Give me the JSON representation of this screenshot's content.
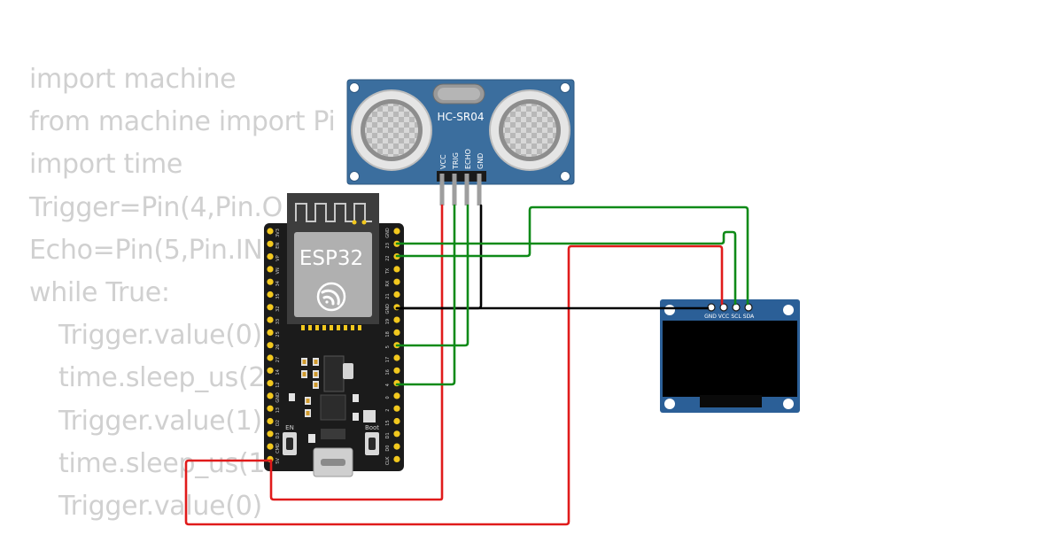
{
  "code_lines": [
    {
      "text": "import machine",
      "indent": false
    },
    {
      "text": "from machine import Pi",
      "indent": false
    },
    {
      "text": "import time",
      "indent": false
    },
    {
      "text": "Trigger=Pin(4,Pin.O",
      "indent": false
    },
    {
      "text": "Echo=Pin(5,Pin.IN",
      "indent": false
    },
    {
      "text": "while True:",
      "indent": false
    },
    {
      "text": "Trigger.value(0)",
      "indent": true
    },
    {
      "text": "time.sleep_us(2",
      "indent": true
    },
    {
      "text": "Trigger.value(1)",
      "indent": true
    },
    {
      "text": "time.sleep_us(1",
      "indent": true
    },
    {
      "text": "Trigger.value(0)",
      "indent": true
    }
  ],
  "hcsr04": {
    "label": "HC-SR04",
    "pins": [
      "VCC",
      "TRIG",
      "ECHO",
      "GND"
    ]
  },
  "esp32": {
    "label": "ESP32",
    "left_pins": [
      "3V3",
      "EN",
      "VP",
      "VN",
      "34",
      "35",
      "32",
      "33",
      "25",
      "26",
      "27",
      "14",
      "12",
      "GND",
      "13",
      "D2",
      "D3",
      "CMD",
      "5V"
    ],
    "right_pins": [
      "GND",
      "23",
      "22",
      "TX",
      "RX",
      "21",
      "GND",
      "19",
      "18",
      "5",
      "17",
      "16",
      "4",
      "0",
      "2",
      "15",
      "D1",
      "D0",
      "CLK"
    ],
    "en_label": "EN",
    "boot_label": "Boot"
  },
  "oled": {
    "pins": [
      "GND",
      "VCC",
      "SCL",
      "SDA"
    ]
  },
  "colors": {
    "code_text": "#d0d0d0",
    "wire_red": "#e01b1b",
    "wire_green": "#0f8a18",
    "wire_black": "#000000",
    "sensor_blue": "#3b6e9e",
    "board_black": "#1b1b1b",
    "header_yellow": "#f2c81e"
  }
}
